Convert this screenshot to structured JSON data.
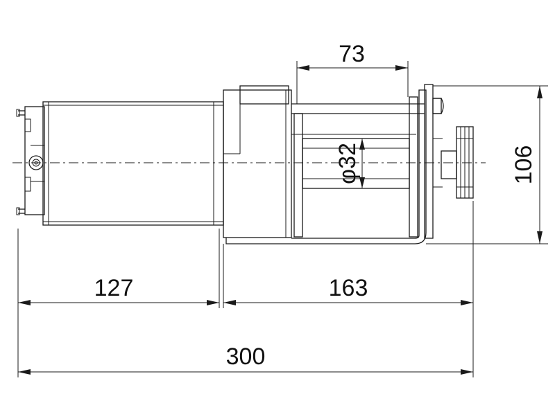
{
  "dimensions": {
    "drum_length": "73",
    "drum_diameter": "φ32",
    "height": "106",
    "motor_length": "127",
    "body_length": "163",
    "total_length": "300"
  }
}
